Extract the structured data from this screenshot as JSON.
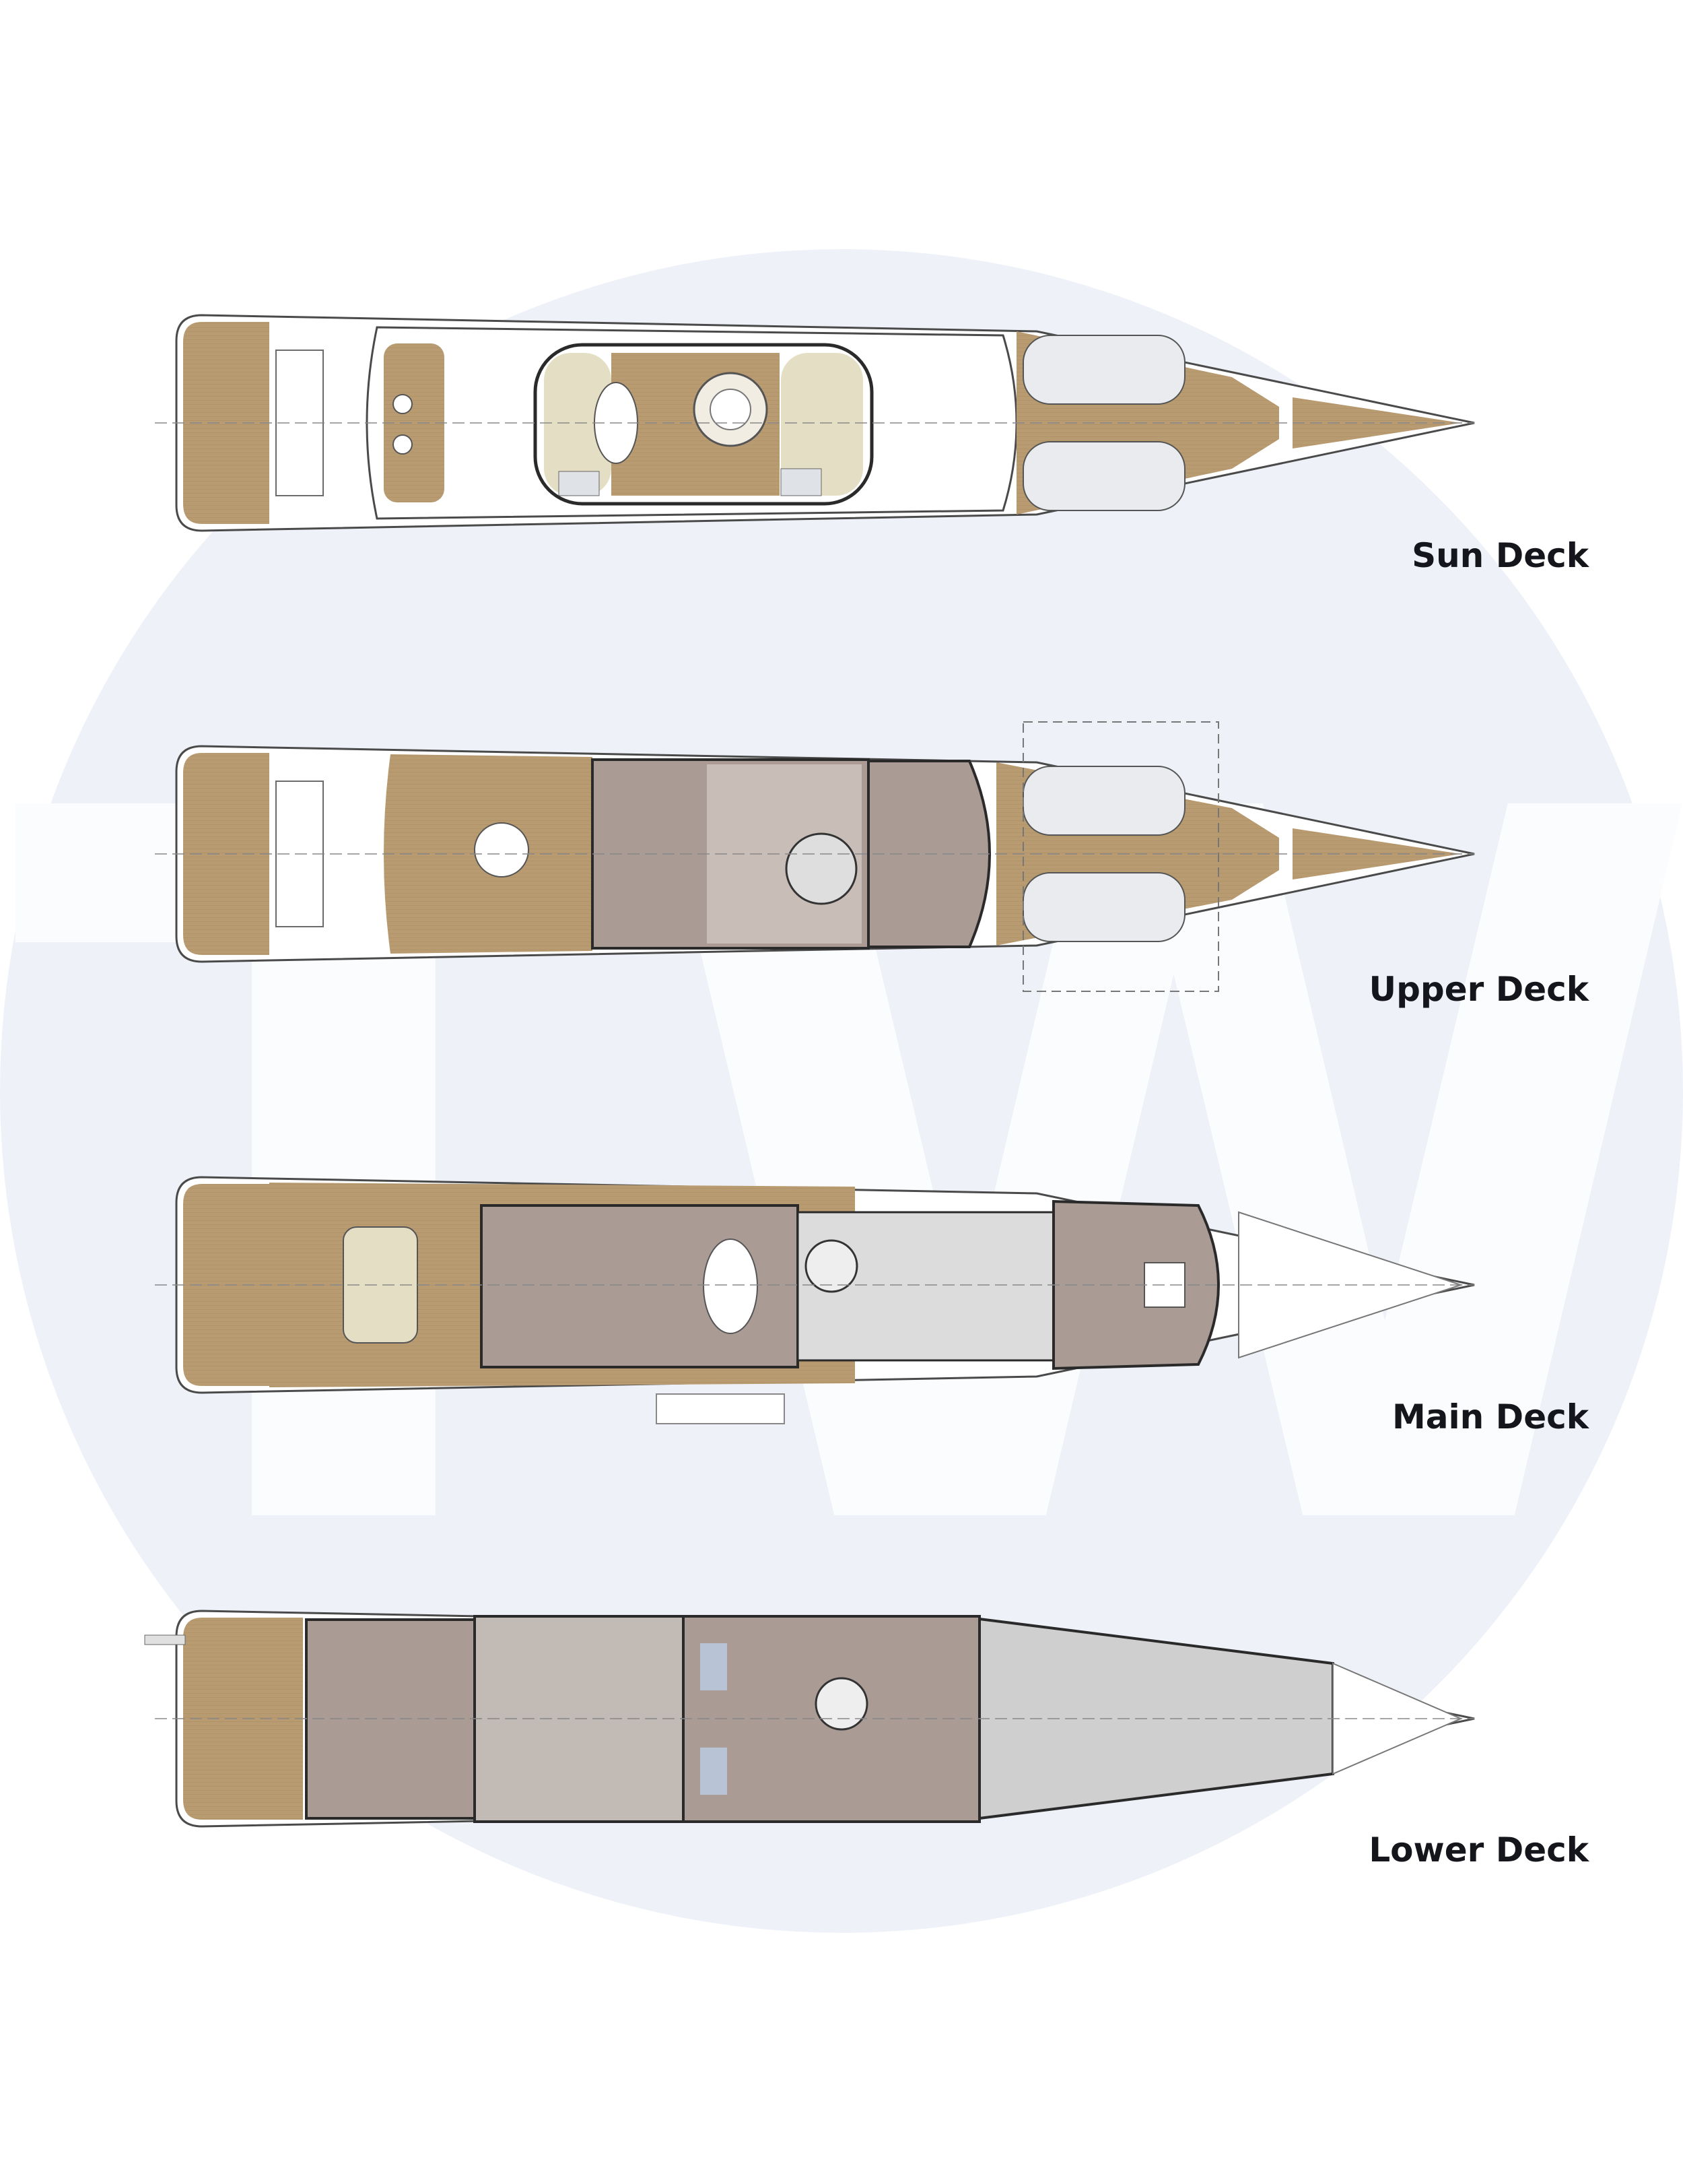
{
  "colors": {
    "background": "#ffffff",
    "watermark_circle": "#eef2f8",
    "watermark_letters": "#fbfcfe",
    "teak": "#b99b72",
    "teak_light": "#cfb590",
    "interior": "#aa9b95",
    "interior_light": "#c9bdb7",
    "tender_gray": "#e9ebee",
    "hull_line": "#4a4a4a",
    "wall": "#2a2a2a",
    "bath_blue": "#b8c3d6",
    "label": "#15151c"
  },
  "watermark": {
    "letters": "TW",
    "icon": "tw-logo-watermark"
  },
  "decks": [
    {
      "key": "sun",
      "label": "Sun Deck"
    },
    {
      "key": "upper",
      "label": "Upper Deck"
    },
    {
      "key": "main",
      "label": "Main Deck"
    },
    {
      "key": "lower",
      "label": "Lower Deck"
    }
  ]
}
